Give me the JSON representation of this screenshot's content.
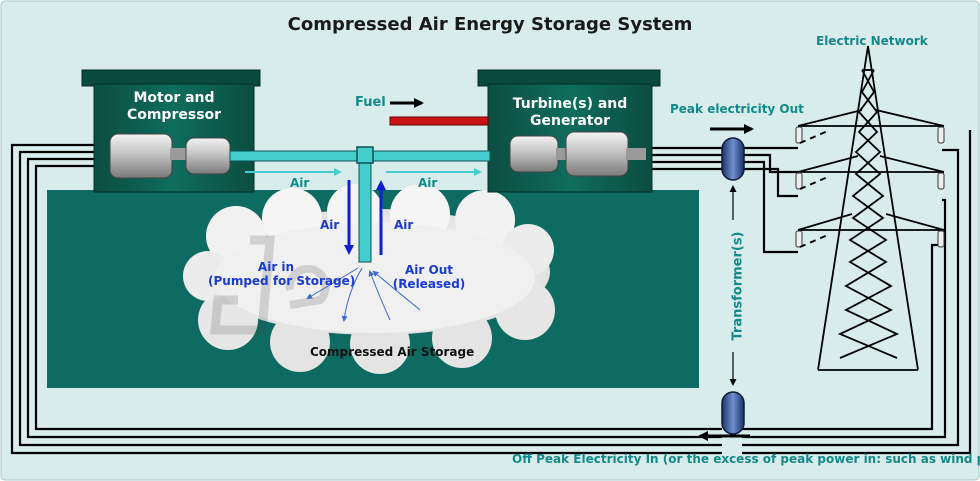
{
  "title": "Compressed Air Energy Storage System",
  "labels": {
    "motor_compressor": "Motor and\nCompressor",
    "turbine_generator": "Turbine(s) and\nGenerator",
    "fuel": "Fuel",
    "air": "Air",
    "air_in": "Air in\n(Pumped for Storage)",
    "air_out": "Air Out\n(Released)",
    "storage": "Compressed Air Storage",
    "electric_network": "Electric Network",
    "peak_out": "Peak electricity Out",
    "transformers": "Transformer(s)",
    "off_peak_in": "Off Peak Electricity In (or the excess of peak power in: such as wind power)"
  },
  "colors": {
    "background": "#d8ecec",
    "ground": "#0e6b62",
    "machine_housing": "#0a5a4a",
    "pipe": "#46cece",
    "fuel_pipe": "#c81414",
    "arrow_blue": "#1020d0",
    "label_teal": "#138a8a",
    "transformer": "#2a4a8a"
  },
  "icons": [
    "motor-compressor-icon",
    "turbine-generator-icon",
    "transmission-tower-icon",
    "transformer-icon"
  ]
}
